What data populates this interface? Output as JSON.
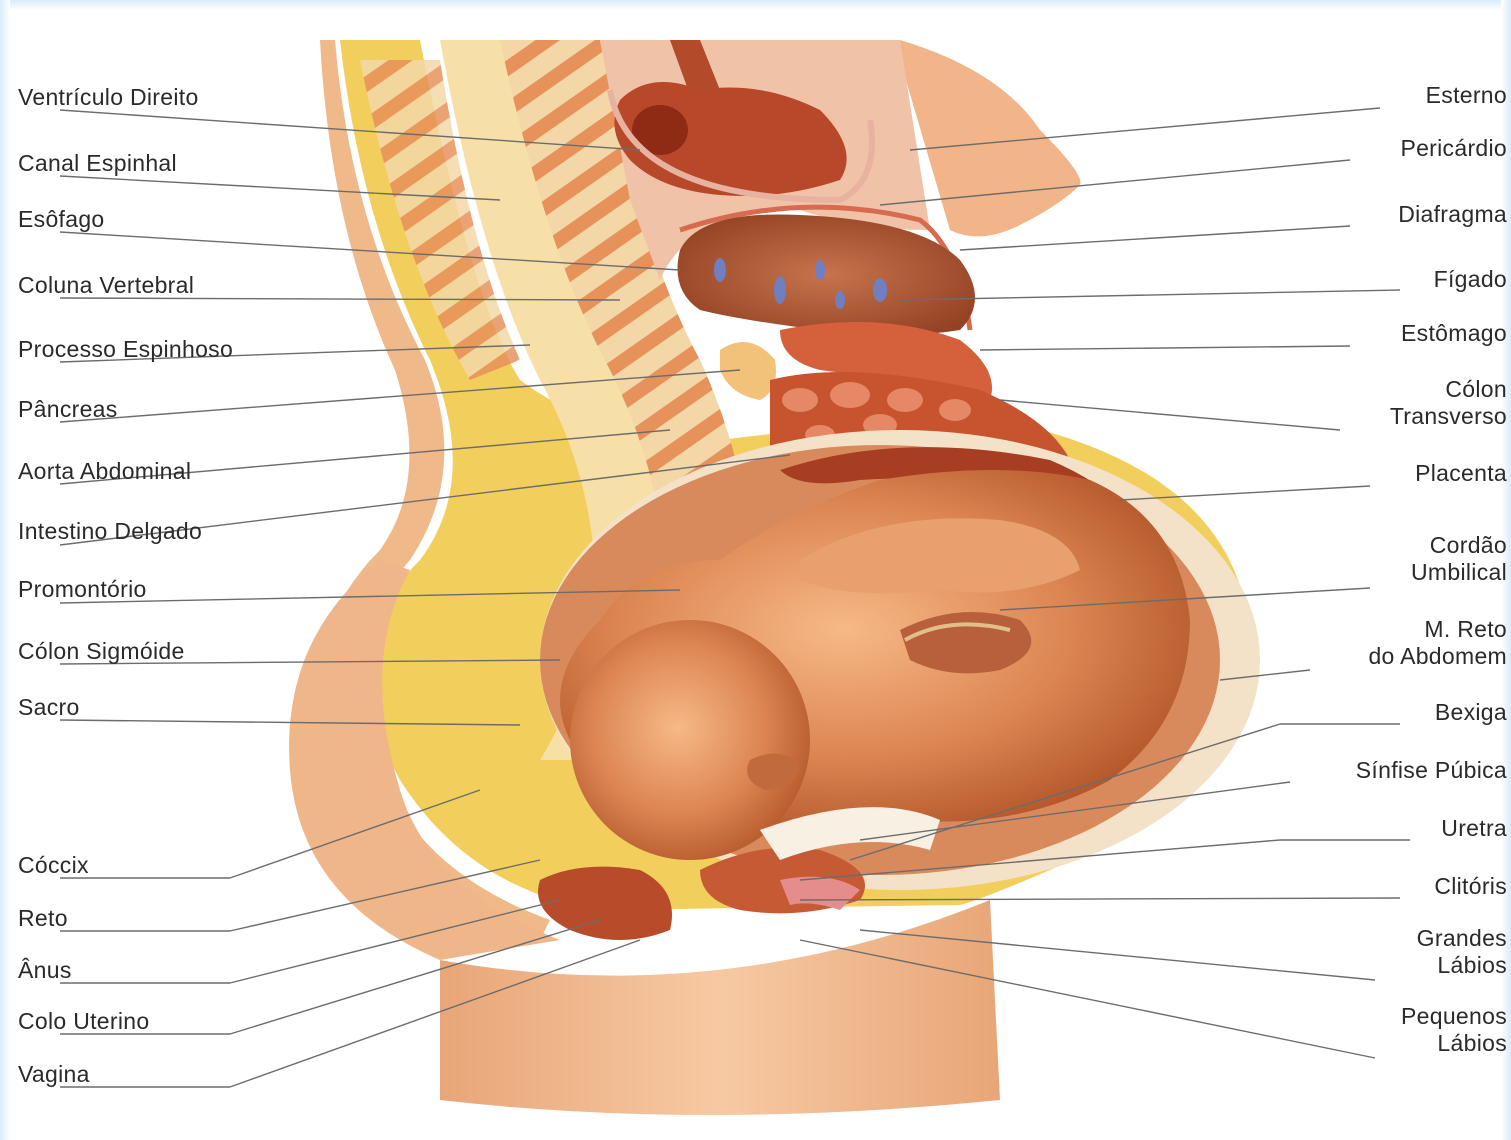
{
  "diagram": {
    "labels_left": [
      {
        "id": "ventriculo-direito",
        "text": "Ventrículo Direito"
      },
      {
        "id": "canal-espinhal",
        "text": "Canal Espinhal"
      },
      {
        "id": "esofago",
        "text": "Esôfago"
      },
      {
        "id": "coluna-vertebral",
        "text": "Coluna Vertebral"
      },
      {
        "id": "processo-espinhoso",
        "text": "Processo Espinhoso"
      },
      {
        "id": "pancreas",
        "text": "Pâncreas"
      },
      {
        "id": "aorta-abdominal",
        "text": "Aorta Abdominal"
      },
      {
        "id": "intestino-delgado",
        "text": "Intestino Delgado"
      },
      {
        "id": "promontorio",
        "text": "Promontório"
      },
      {
        "id": "colon-sigmoide",
        "text": "Cólon Sigmóide"
      },
      {
        "id": "sacro",
        "text": "Sacro"
      },
      {
        "id": "coccix",
        "text": "Cóccix"
      },
      {
        "id": "reto",
        "text": "Reto"
      },
      {
        "id": "anus",
        "text": "Ânus"
      },
      {
        "id": "colo-uterino",
        "text": "Colo Uterino"
      },
      {
        "id": "vagina",
        "text": "Vagina"
      }
    ],
    "labels_right": [
      {
        "id": "esterno",
        "text": "Esterno"
      },
      {
        "id": "pericardio",
        "text": "Pericárdio"
      },
      {
        "id": "diafragma",
        "text": "Diafragma"
      },
      {
        "id": "figado",
        "text": "Fígado"
      },
      {
        "id": "estomago",
        "text": "Estômago"
      },
      {
        "id": "colon-transverso",
        "text": "Cólon\nTransverso"
      },
      {
        "id": "placenta",
        "text": "Placenta"
      },
      {
        "id": "cordao-umbilical",
        "text": "Cordão\nUmbilical"
      },
      {
        "id": "m-reto-abdomem",
        "text": "M. Reto\ndo Abdomem"
      },
      {
        "id": "bexiga",
        "text": "Bexiga"
      },
      {
        "id": "sinfise-pubica",
        "text": "Sínfise Púbica"
      },
      {
        "id": "uretra",
        "text": "Uretra"
      },
      {
        "id": "clitoris",
        "text": "Clitóris"
      },
      {
        "id": "grandes-labios",
        "text": "Grandes\nLábios"
      },
      {
        "id": "pequenos-labios",
        "text": "Pequenos\nLábios"
      }
    ]
  }
}
